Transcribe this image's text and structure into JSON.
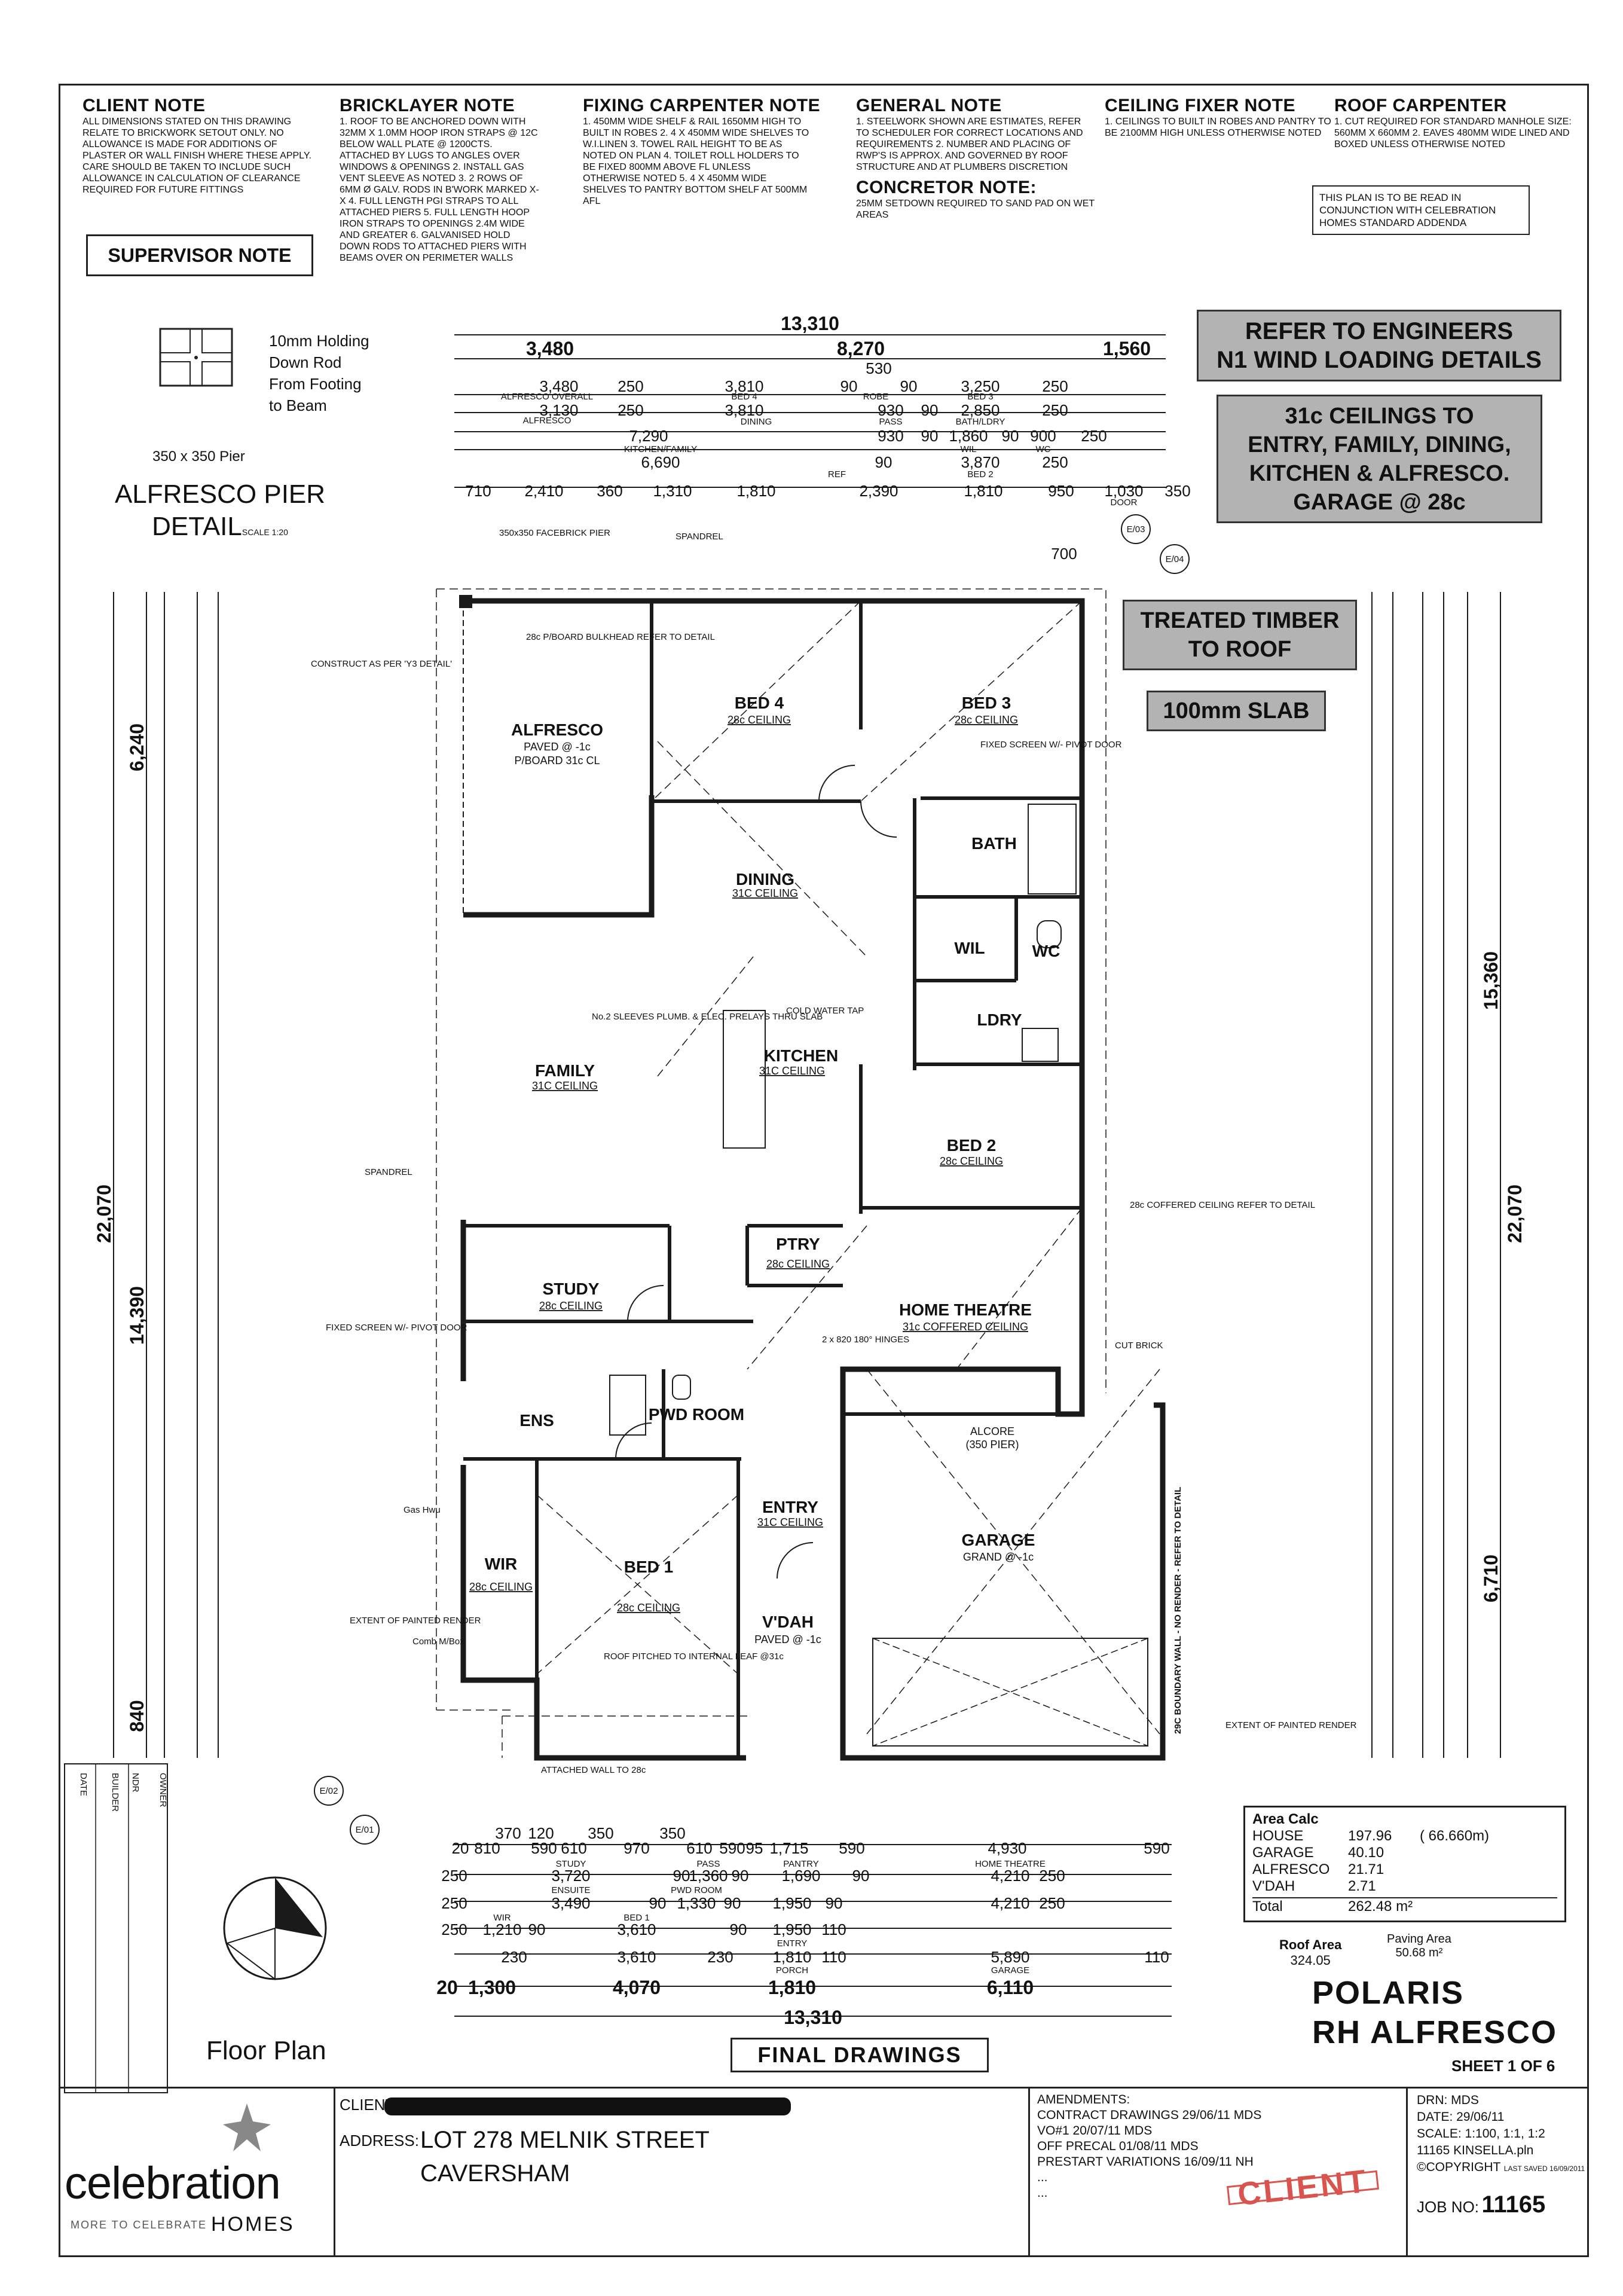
{
  "notes": [
    {
      "title": "CLIENT NOTE",
      "body": "ALL DIMENSIONS STATED ON THIS DRAWING RELATE TO BRICKWORK SETOUT ONLY. NO ALLOWANCE IS MADE FOR ADDITIONS OF PLASTER OR WALL FINISH WHERE THESE APPLY. CARE SHOULD BE TAKEN TO INCLUDE SUCH ALLOWANCE IN CALCULATION OF CLEARANCE REQUIRED FOR FUTURE FITTINGS"
    },
    {
      "title": "BRICKLAYER NOTE",
      "body": "1. ROOF TO BE ANCHORED DOWN WITH 32mm x 1.0mm HOOP IRON STRAPS @ 12c BELOW WALL PLATE @ 1200CTS. ATTACHED BY LUGS TO ANGLES OVER WINDOWS & OPENINGS 2. INSTALL GAS VENT SLEEVE AS NOTED 3. 2 ROWS OF 6mm Ø GALV. RODS IN B'WORK MARKED X-X 4. FULL LENGTH PGI STRAPS TO ALL ATTACHED PIERS 5. FULL LENGTH HOOP IRON STRAPS TO OPENINGS 2.4m WIDE AND GREATER 6. GALVANISED HOLD DOWN RODS TO ATTACHED PIERS WITH BEAMS OVER ON PERIMETER WALLS"
    },
    {
      "title": "FIXING CARPENTER NOTE",
      "body": "1. 450mm WIDE SHELF & RAIL 1650mm HIGH TO BUILT IN ROBES 2. 4 x 450mm WIDE SHELVES TO W.I.LINEN 3. TOWEL RAIL HEIGHT TO BE AS NOTED ON PLAN 4. TOILET ROLL HOLDERS TO BE FIXED 800mm ABOVE FL UNLESS OTHERWISE NOTED 5. 4 x 450mm WIDE SHELVES TO PANTRY BOTTOM SHELF AT 500mm AFL"
    },
    {
      "title": "GENERAL NOTE",
      "body": "1. STEELWORK SHOWN ARE ESTIMATES, REFER TO SCHEDULER FOR CORRECT LOCATIONS AND REQUIREMENTS 2. NUMBER AND PLACING OF RWP's IS APPROX. AND GOVERNED BY ROOF STRUCTURE AND AT PLUMBERS DISCRETION"
    },
    {
      "title": "CEILING FIXER NOTE",
      "body": "1. CEILINGS TO BUILT IN ROBES AND PANTRY TO BE 2100mm HIGH UNLESS OTHERWISE NOTED"
    },
    {
      "title": "ROOF CARPENTER",
      "body": "1. CUT REQUIRED FOR STANDARD MANHOLE SIZE: 560mm X 660mm 2. EAVES 480mm WIDE LINED AND BOXED UNLESS OTHERWISE NOTED"
    }
  ],
  "concretor": {
    "title": "CONCRETOR NOTE:",
    "body": "25mm SETDOWN REQUIRED TO SAND PAD ON WET AREAS"
  },
  "addenda": "THIS PLAN IS TO BE READ IN CONJUNCTION WITH CELEBRATION HOMES STANDARD ADDENDA",
  "supervisor": "SUPERVISOR NOTE",
  "callouts": {
    "engineers": "REFER TO ENGINEERS\nN1 WIND LOADING DETAILS",
    "ceilings": "31c CEILINGS TO\nENTRY, FAMILY, DINING,\nKITCHEN & ALFRESCO.\nGARAGE @ 28c",
    "timber": "TREATED TIMBER\nTO ROOF",
    "slab": "100mm SLAB"
  },
  "pier": {
    "l1": "10mm Holding",
    "l2": "Down Rod",
    "l3": "From Footing",
    "l4": "to Beam",
    "size": "350 x 350 Pier",
    "t1": "ALFRESCO PIER",
    "t2": "DETAIL",
    "scale": "SCALE 1:20"
  },
  "rooms": {
    "alfresco": "ALFRESCO",
    "alfresco_sub": "PAVED @ -1c",
    "alfresco_sub2": "P/BOARD 31c CL",
    "bed4": "BED 4",
    "bed4_c": "28c CEILING",
    "bed3": "BED 3",
    "bed3_c": "28c CEILING",
    "dining": "DINING",
    "dining_c": "31C CEILING",
    "bath": "BATH",
    "wil": "WIL",
    "wc": "WC",
    "ldry": "LDRY",
    "family": "FAMILY",
    "family_c": "31C CEILING",
    "kitchen": "KITCHEN",
    "kitchen_c": "31C CEILING",
    "bed2": "BED 2",
    "bed2_c": "28c CEILING",
    "ptry": "PTRY",
    "ptry_c": "28c CEILING",
    "theatre": "HOME THEATRE",
    "theatre_c": "31c COFFERED CEILING",
    "study": "STUDY",
    "study_c": "28c CEILING",
    "ens": "ENS",
    "pwd": "PWD ROOM",
    "wir": "WIR",
    "wir_c": "28c CEILING",
    "bed1": "BED 1",
    "bed1_c": "28c CEILING",
    "entry": "ENTRY",
    "entry_c": "31C CEILING",
    "vdah": "V'DAH",
    "vdah_sub": "PAVED @ -1c",
    "garage": "GARAGE",
    "garage_sub": "GRAND @ -1c",
    "alcore": "ALCORE",
    "alcore_sub": "(350 PIER)"
  },
  "labels": {
    "spandrel": "SPANDREL",
    "spandrel2": "SPANDREL",
    "pier": "350x350 FACEBRICK PIER",
    "bulkhead": "28c P/BOARD BULKHEAD REFER TO DETAIL",
    "construct": "CONSTRUCT AS PER 'Y3 DETAIL'",
    "sleeves": "No.2 SLEEVES PLUMB. & ELEC. PRELAYS THRU SLAB",
    "coldwater": "COLD WATER TAP",
    "coffered": "28c COFFERED CEILING REFER TO DETAIL",
    "cutbrick": "CUT BRICK",
    "screen": "FIXED SCREEN W/- PIVOT DOOR",
    "screen2": "FIXED SCREEN W/- PIVOT DOOR",
    "boundary": "29C BOUNDARY WALL - NO RENDER - REFER TO DETAIL",
    "render1": "EXTENT OF PAINTED RENDER",
    "render2": "EXTENT OF PAINTED RENDER",
    "roofpitch": "ROOF PITCHED TO INTERNAL LEAF @31c",
    "attached": "ATTACHED WALL TO 28c",
    "gashwu": "Gas Hwu",
    "comb": "Comb M/Box",
    "hinges": "2 x 820 180° HINGES"
  },
  "dims_top": {
    "overall": "13,310",
    "d1": "3,480",
    "d2": "8,270",
    "d3": "1,560",
    "r1": [
      "3,480",
      "250",
      "3,810",
      "90",
      "90",
      "3,250",
      "250"
    ],
    "r2": [
      "3,130",
      "250",
      "3,810",
      "930",
      "90",
      "2,850",
      "250"
    ],
    "r3": [
      "7,290",
      "930",
      "90",
      "1,860",
      "90",
      "900",
      "250"
    ],
    "r4": [
      "6,690",
      "90",
      "3,870",
      "250"
    ],
    "r5": [
      "710",
      "2,410",
      "360",
      "1,310",
      "1,810",
      "2,390",
      "1,810",
      "950",
      "1,030",
      "350"
    ],
    "lbls": [
      "ALFRESCO OVERALL",
      "ALFRESCO",
      "BED 4",
      "DINING",
      "ROBE",
      "PASS",
      "BED 3",
      "BATH/LDRY",
      "WIL",
      "WC",
      "KITCHEN/FAMILY",
      "REF",
      "BED 2",
      "DOOR"
    ],
    "extra": [
      "530",
      "700",
      "250",
      "350"
    ]
  },
  "dims_bottom": {
    "overall": "13,310",
    "b1": "1,300",
    "b2": "4,070",
    "b3": "1,810",
    "b4": "6,110",
    "b0": "20",
    "r1": [
      "20",
      "810",
      "370",
      "120",
      "590",
      "610",
      "350",
      "970",
      "350",
      "610",
      "590",
      "95",
      "1,715",
      "590",
      "4,930",
      "590"
    ],
    "r2": [
      "250",
      "3,720",
      "90",
      "1,360",
      "90",
      "1,690",
      "90",
      "4,210",
      "250"
    ],
    "r3": [
      "250",
      "3,490",
      "90",
      "1,330",
      "90",
      "1,950",
      "90",
      "4,210",
      "250"
    ],
    "r4": [
      "250",
      "1,210",
      "90",
      "3,610",
      "90",
      "1,950",
      "110"
    ],
    "r5": [
      "230",
      "3,610",
      "230",
      "1,810",
      "110",
      "5,890",
      "110"
    ],
    "lbls": [
      "STUDY",
      "PASS",
      "PANTRY",
      "HOME THEATRE",
      "ENSUITE",
      "PWD ROOM",
      "WIR",
      "BED 1",
      "ENTRY",
      "PORCH",
      "GARAGE"
    ]
  },
  "dims_left": {
    "total": "22,070",
    "a": "6,240",
    "b": "14,390",
    "c": "840"
  },
  "dims_right": {
    "total": "22,070",
    "a": "15,360",
    "b": "6,710"
  },
  "area": {
    "title": "Area Calc",
    "rows": [
      [
        "HOUSE",
        "197.96",
        "( 66.660m)"
      ],
      [
        "GARAGE",
        "40.10",
        ""
      ],
      [
        "ALFRESCO",
        "21.71",
        ""
      ],
      [
        "V'DAH",
        "2.71",
        ""
      ]
    ],
    "total_label": "Total",
    "total": "262.48 m²",
    "roof_label": "Roof Area",
    "roof": "324.05",
    "paving_label": "Paving Area",
    "paving": "50.68 m²"
  },
  "title": {
    "name": "POLARIS",
    "sub": "RH ALFRESCO",
    "sheet": "SHEET 1 OF 6",
    "plan": "Floor Plan",
    "final": "FINAL DRAWINGS"
  },
  "titleblock": {
    "client_label": "CLIENT:",
    "address_label": "ADDRESS:",
    "addr1": "LOT 278 MELNIK STREET",
    "addr2": "CAVERSHAM",
    "amend_title": "AMENDMENTS:",
    "amend": [
      "CONTRACT DRAWINGS 29/06/11 MDS",
      "VO#1 20/07/11 MDS",
      "OFF PRECAL 01/08/11 MDS",
      "PRESTART VARIATIONS 16/09/11 NH",
      "...",
      "..."
    ],
    "drn": "DRN:   MDS",
    "date": "DATE:  29/06/11",
    "scale": "SCALE: 1:100, 1:1, 1:2",
    "file": "11165 KINSELLA.pln",
    "copyright": "©COPYRIGHT",
    "saved": "LAST SAVED 16/09/2011",
    "job_label": "JOB NO:",
    "job": "11165",
    "stamp": "CLIENT",
    "logo": "celebration",
    "tagline": "MORE TO CELEBRATE",
    "homes": "HOMES"
  },
  "sidebar": {
    "date": "DATE",
    "builder": "BUILDER",
    "ndr": "NDR",
    "owner": "OWNER"
  },
  "sections": {
    "e03": "E/03",
    "e04": "E/04",
    "e02": "E/02",
    "e01": "E/01"
  },
  "colors": {
    "line": "#1a1a1a",
    "callout": "#b3b3b3",
    "stamp": "#d9544f"
  }
}
